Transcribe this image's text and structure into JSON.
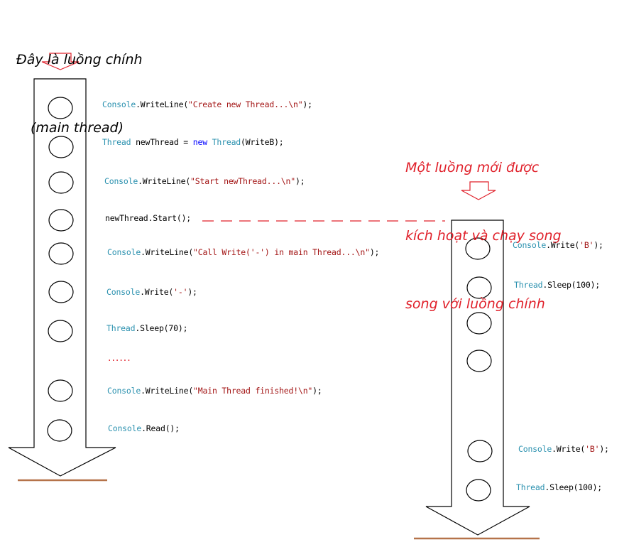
{
  "main_label": {
    "line1": "Đây là luồng chính",
    "line2": "(main thread)"
  },
  "new_label": {
    "line1": "Một luồng mới được",
    "line2": "kích hoạt và chạy song",
    "line3": "song với luồng chính"
  },
  "main_thread": {
    "lines": [
      {
        "pre": "",
        "ty": "Console",
        "mid": ".WriteLine(",
        "st": "\"Create new Thread...\\n\"",
        "post": ");"
      },
      {
        "ty": "Thread",
        "mid1": " newThread = ",
        "kw": "new",
        "sp": " ",
        "ty2": "Thread",
        "post": "(WriteB);"
      },
      {
        "ty": "Console",
        "mid": ".WriteLine(",
        "st": "\"Start newThread...\\n\"",
        "post": ");"
      },
      {
        "plain": "newThread.Start();"
      },
      {
        "ty": "Console",
        "mid": ".WriteLine(",
        "st": "\"Call Write('-') in main Thread...\\n\"",
        "post": ");"
      },
      {
        "ty": "Console",
        "mid": ".Write(",
        "st": "'-'",
        "post": ");"
      },
      {
        "ty": "Thread",
        "mid": ".Sleep(70);",
        "st": "",
        "post": ""
      },
      {
        "dots": "......"
      },
      {
        "ty": "Console",
        "mid": ".WriteLine(",
        "st": "\"Main Thread finished!\\n\"",
        "post": ");"
      },
      {
        "ty": "Console",
        "mid": ".Read();",
        "st": "",
        "post": ""
      }
    ]
  },
  "new_thread": {
    "lines": [
      {
        "ty": "Console",
        "mid": ".Write(",
        "st": "'B'",
        "post": ");"
      },
      {
        "ty": "Thread",
        "mid": ".Sleep(100);",
        "st": "",
        "post": ""
      },
      {
        "ty": "Console",
        "mid": ".Write(",
        "st": "'B'",
        "post": ");"
      },
      {
        "ty": "Thread",
        "mid": ".Sleep(100);",
        "st": "",
        "post": ""
      }
    ]
  },
  "colors": {
    "keyword": "#0000ff",
    "type": "#2b91af",
    "string": "#a31515",
    "annotation_red": "#e0202a",
    "arrow_red": "#e0202a",
    "ground": "#b5734a",
    "dash": "#e0202a"
  }
}
